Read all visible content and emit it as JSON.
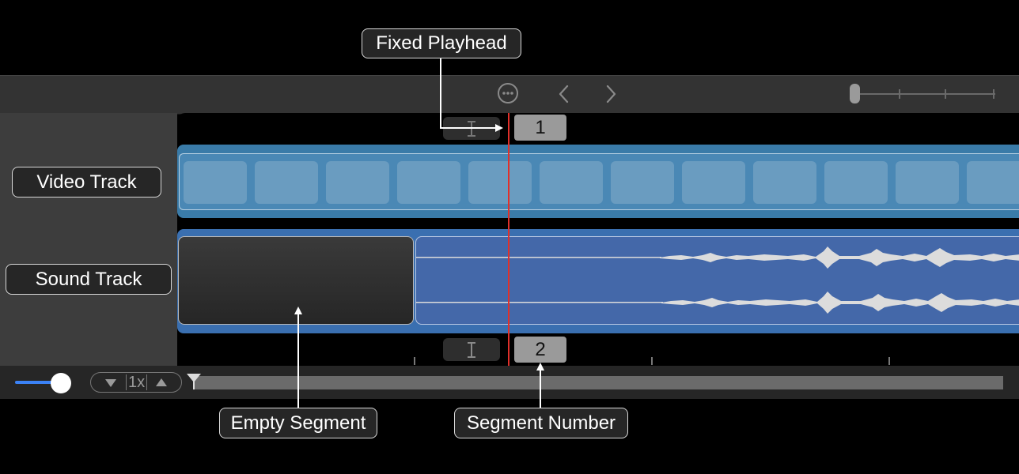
{
  "callouts": {
    "fixed_playhead": "Fixed Playhead",
    "video_track": "Video Track",
    "sound_track": "Sound Track",
    "empty_segment": "Empty Segment",
    "segment_number": "Segment Number"
  },
  "timeline": {
    "video_segment_number": "1",
    "sound_segment_number": "2"
  },
  "bottombar": {
    "speed": "1x",
    "volume_level": 0.85
  },
  "colors": {
    "playhead": "#e0302a",
    "video_track": "#3a7ba8",
    "sound_track": "#3a6fb0",
    "accent": "#3b82f6"
  },
  "icons": [
    "more-icon",
    "chevron-left-icon",
    "chevron-right-icon",
    "trim-icon",
    "triangle-down-icon",
    "triangle-up-icon"
  ]
}
